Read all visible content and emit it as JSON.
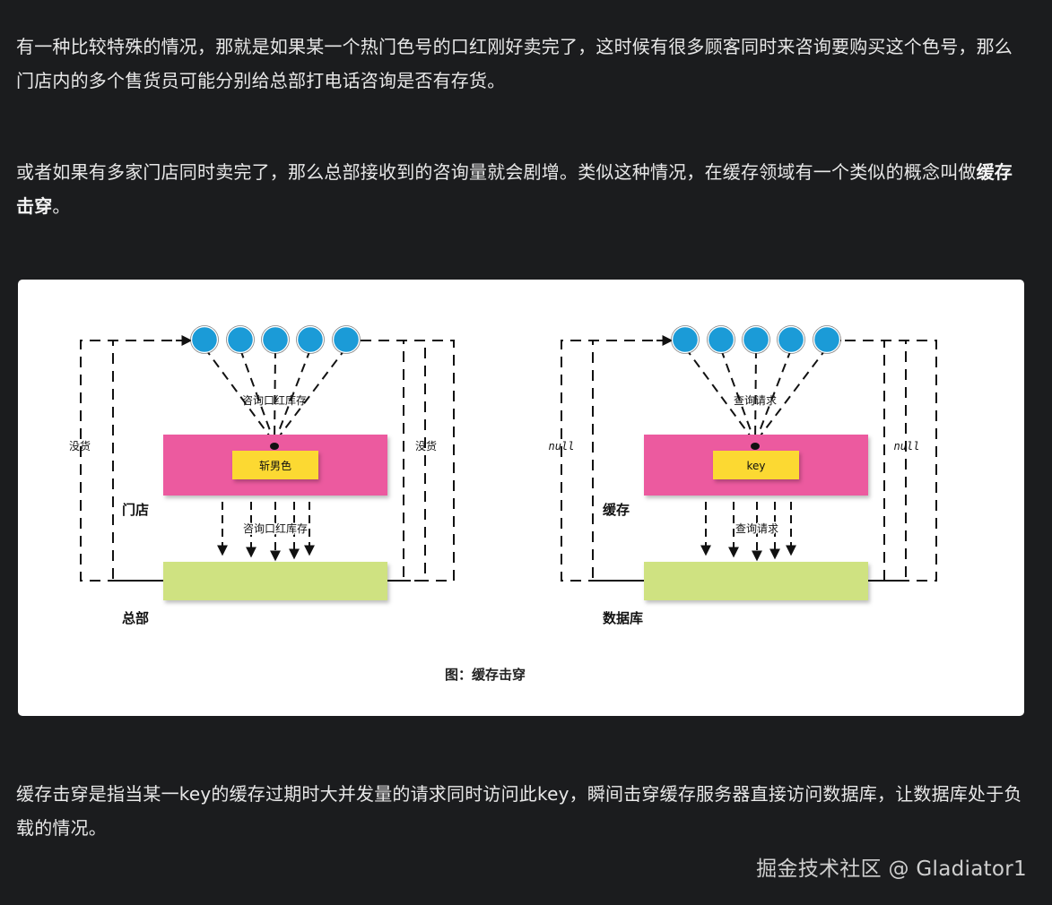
{
  "article": {
    "paragraph_1": "有一种比较特殊的情况，那就是如果某一个热门色号的口红刚好卖完了，这时候有很多顾客同时来咨询要购买这个色号，那么门店内的多个售货员可能分别给总部打电话咨询是否有存货。",
    "paragraph_2_text": "或者如果有多家门店同时卖完了，那么总部接收到的咨询量就会剧增。类似这种情况，在缓存领域有一个类似的概念叫做",
    "paragraph_2_bold": "缓存击穿",
    "paragraph_2_end": "。",
    "paragraph_3": "缓存击穿是指当某一key的缓存过期时大并发量的请求同时访问此key，瞬间击穿缓存服务器直接访问数据库，让数据库处于负载的情况。"
  },
  "figure": {
    "caption": "图：缓存击穿",
    "left": {
      "side_label_left": "没货",
      "side_label_right": "没货",
      "upper_arrow_label": "咨询口红库存",
      "lower_arrow_label": "咨询口红库存",
      "key_label": "斩男色",
      "cache_label": "门店",
      "db_label": "总部"
    },
    "right": {
      "side_label_left": "null",
      "side_label_right": "null",
      "upper_arrow_label": "查询请求",
      "lower_arrow_label": "查询请求",
      "key_label": "key",
      "cache_label": "缓存",
      "db_label": "数据库"
    },
    "colors": {
      "client": "#1b9bd7",
      "cache_box": "#ec5a9f",
      "key_box": "#fcd933",
      "db_box": "#cfe281"
    }
  },
  "watermark": "掘金技术社区 @ Gladiator1"
}
